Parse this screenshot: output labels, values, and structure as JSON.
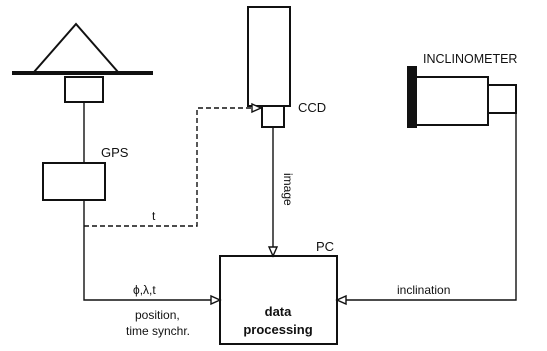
{
  "colors": {
    "stroke": "#111111",
    "background": "#ffffff"
  },
  "components": {
    "gps": "GPS",
    "ccd": "CCD",
    "inclinometer": "INCLINOMETER",
    "pc": "PC"
  },
  "central_box": {
    "line1": "data",
    "line2": "processing"
  },
  "connections": {
    "time_signal": "t",
    "image": "image",
    "gps_data": "ϕ,λ,t",
    "gps_data_desc_line1": "position,",
    "gps_data_desc_line2": "time synchr.",
    "inclination": "inclination"
  }
}
